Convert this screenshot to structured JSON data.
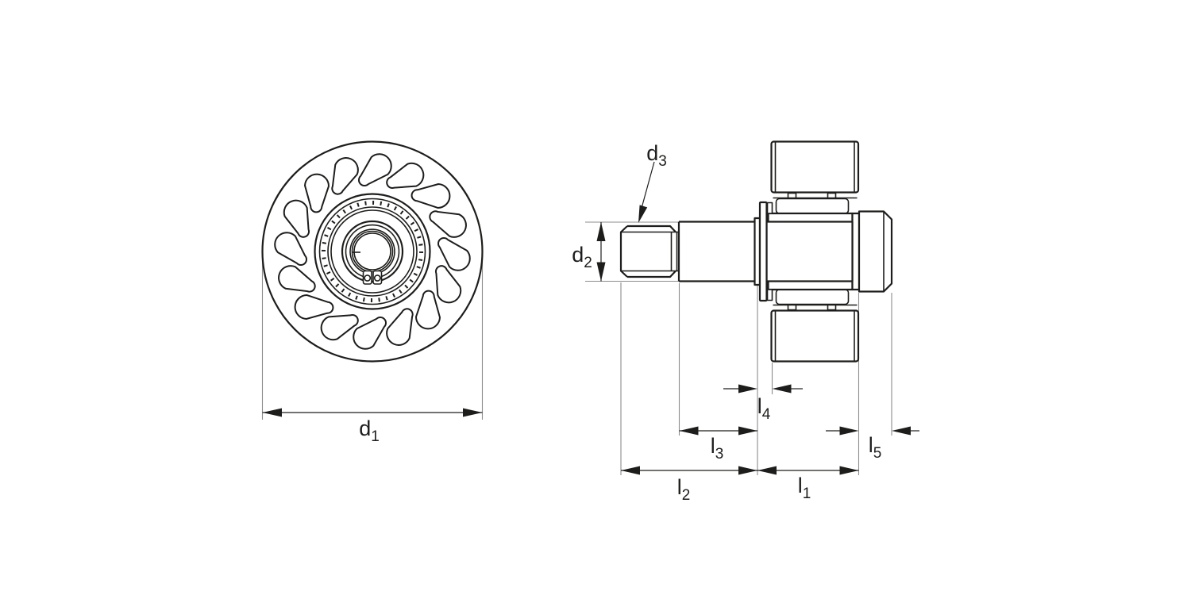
{
  "diagram": {
    "type": "technical-drawing",
    "colors": {
      "line": "#1d1d1b",
      "extension": "#8c8c8c",
      "background": "#ffffff"
    },
    "labels": {
      "d1": {
        "symbol": "d",
        "subscript": "1"
      },
      "d2": {
        "symbol": "d",
        "subscript": "2"
      },
      "d3": {
        "symbol": "d",
        "subscript": "3"
      },
      "l1": {
        "symbol": "l",
        "subscript": "1"
      },
      "l2": {
        "symbol": "l",
        "subscript": "2"
      },
      "l3": {
        "symbol": "l",
        "subscript": "3"
      },
      "l4": {
        "symbol": "l",
        "subscript": "4"
      },
      "l5": {
        "symbol": "l",
        "subscript": "5"
      }
    }
  }
}
